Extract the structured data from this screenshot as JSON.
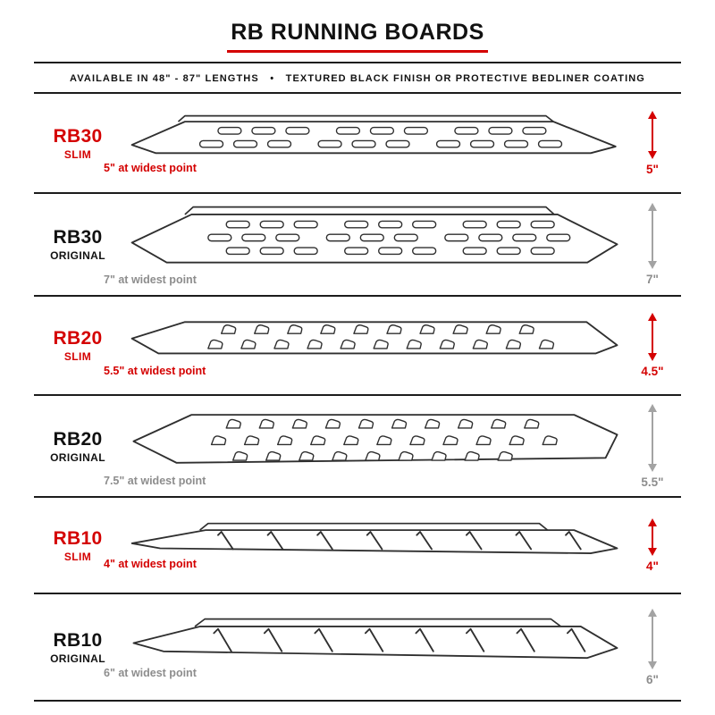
{
  "header": {
    "title": "RB RUNNING BOARDS",
    "subtitle": "AVAILABLE IN 48\" - 87\" LENGTHS   •   TEXTURED BLACK FINISH OR PROTECTIVE BEDLINER COATING"
  },
  "colors": {
    "red": "#d40000",
    "gray_text": "#8d8d8d",
    "gray_arrow": "#a3a3a3",
    "ink": "#111111",
    "line": "#1c1c1c",
    "board_stroke": "#2f2f2f"
  },
  "rows": [
    {
      "model": "RB30",
      "variant": "SLIM",
      "widest": "5\" at widest point",
      "height": "5\""
    },
    {
      "model": "RB30",
      "variant": "ORIGINAL",
      "widest": "7\" at widest point",
      "height": "7\""
    },
    {
      "model": "RB20",
      "variant": "SLIM",
      "widest": "5.5\" at widest point",
      "height": "4.5\""
    },
    {
      "model": "RB20",
      "variant": "ORIGINAL",
      "widest": "7.5\" at widest point",
      "height": "5.5\""
    },
    {
      "model": "RB10",
      "variant": "SLIM",
      "widest": "4\" at widest point",
      "height": "4\""
    },
    {
      "model": "RB10",
      "variant": "ORIGINAL",
      "widest": "6\" at widest point",
      "height": "6\""
    }
  ]
}
